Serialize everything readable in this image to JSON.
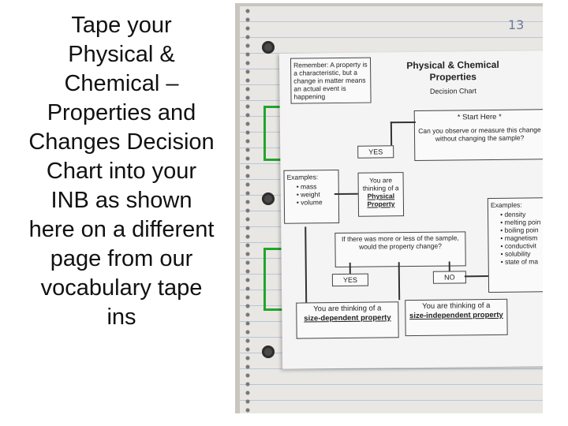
{
  "caption": {
    "lines": [
      "Tape your",
      "Physical &",
      "Chemical –",
      "Properties and",
      "Changes Decision",
      "Chart into your",
      "INB as shown",
      "here on a different",
      "page from our",
      "vocabulary tape",
      "ins"
    ]
  },
  "notebook": {
    "page_number": "13"
  },
  "chart": {
    "remember": "Remember: A property is a characteristic, but a change in matter means an actual event is happening",
    "title_line1": "Physical & Chemical",
    "title_line2": "Properties",
    "subtitle": "Decision Chart",
    "start": "* Start Here *",
    "question1": "Can you observe or measure this change without changing the sample?",
    "yes1": "YES",
    "physical_prefix": "You are thinking of a",
    "physical_emph": "Physical Property",
    "examples_left_title": "Examples:",
    "examples_left": [
      "mass",
      "weight",
      "volume"
    ],
    "question2": "If there was more or less of the sample, would the property change?",
    "yes2": "YES",
    "no2": "NO",
    "size_dep_prefix": "You are thinking of a",
    "size_dep_emph": "size-dependent property",
    "size_indep_prefix": "You are thinking of a",
    "size_indep_emph": "size-independent property",
    "examples_right_title": "Examples:",
    "examples_right": [
      "density",
      "melting poin",
      "boiling poin",
      "magnetism",
      "conductivit",
      "solubility",
      "state of ma"
    ]
  }
}
